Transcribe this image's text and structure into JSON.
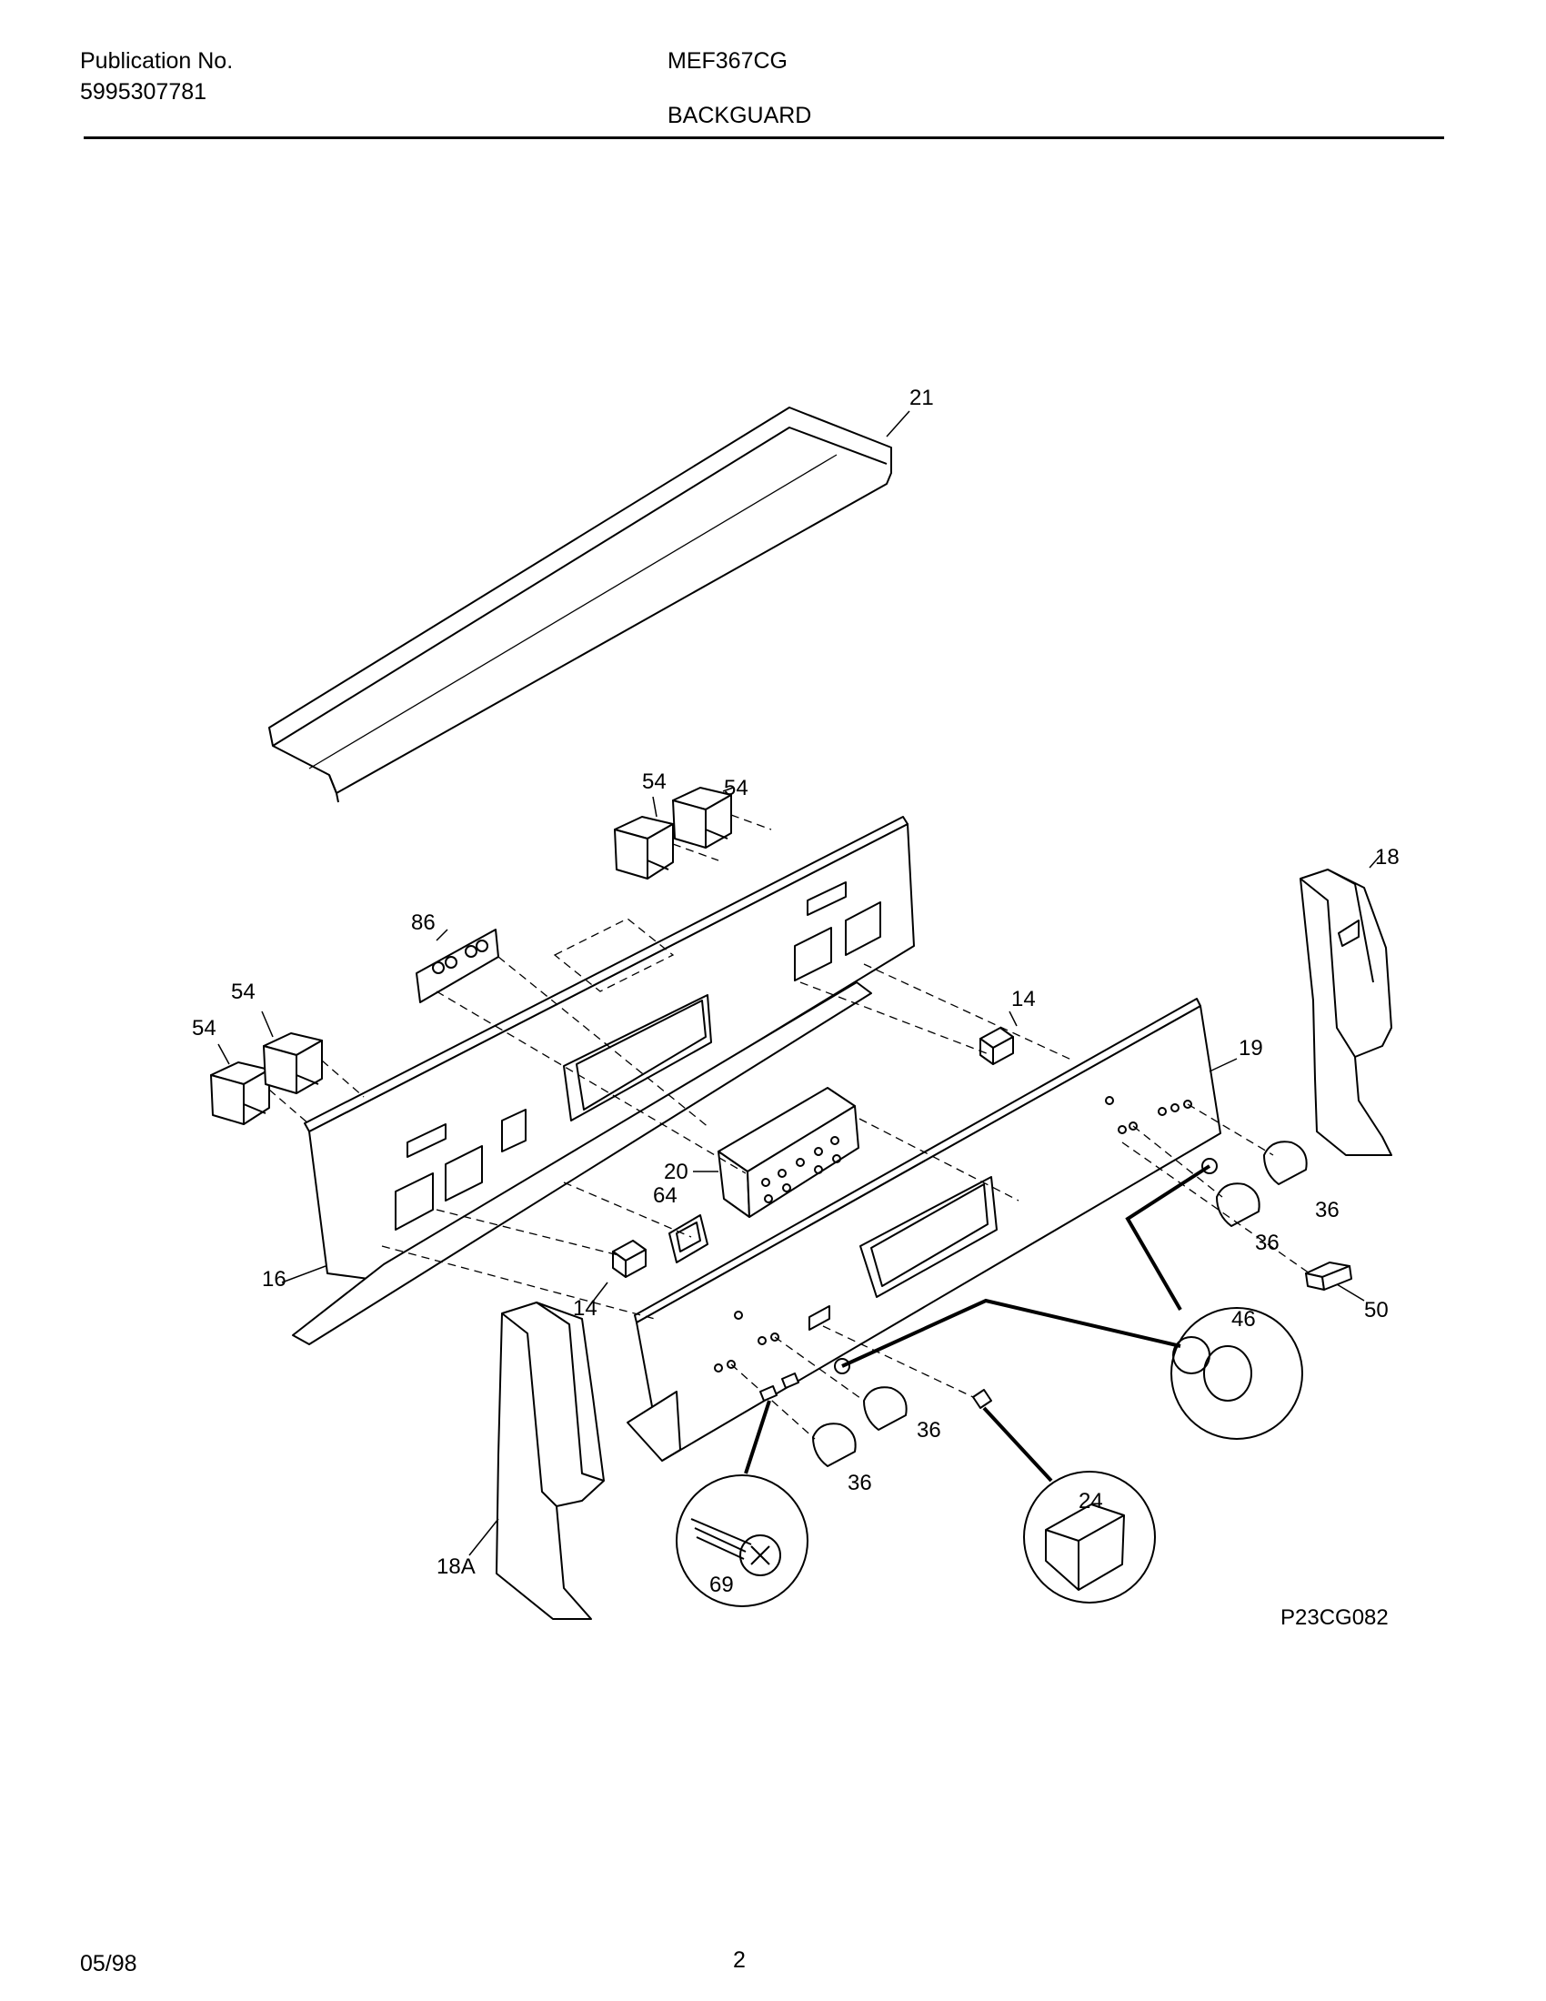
{
  "header": {
    "publication_label": "Publication No.",
    "publication_number": "5995307781",
    "model": "MEF367CG",
    "section": "BACKGUARD"
  },
  "diagram": {
    "figure_code": "P23CG082",
    "callouts": {
      "c21": "21",
      "c54a": "54",
      "c54b": "54",
      "c54c": "54",
      "c54d": "54",
      "c18": "18",
      "c86": "86",
      "c14a": "14",
      "c19": "19",
      "c20": "20",
      "c64": "64",
      "c36a": "36",
      "c36b": "36",
      "c16": "16",
      "c14b": "14",
      "c50": "50",
      "c46": "46",
      "c36c": "36",
      "c36d": "36",
      "c24": "24",
      "c69": "69",
      "c18a": "18A"
    }
  },
  "footer": {
    "date": "05/98",
    "page": "2"
  }
}
